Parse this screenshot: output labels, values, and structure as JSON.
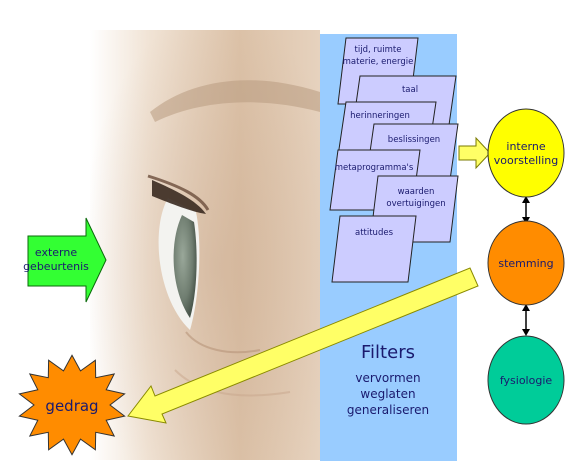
{
  "filters": {
    "title": "Filters",
    "items": [
      {
        "lines": [
          "tijd, ruimte",
          "materie, energie"
        ]
      },
      {
        "lines": [
          "taal"
        ]
      },
      {
        "lines": [
          "herinneringen"
        ]
      },
      {
        "lines": [
          "beslissingen"
        ]
      },
      {
        "lines": [
          "metaprogramma's"
        ]
      },
      {
        "lines": [
          "waarden",
          "overtuigingen"
        ]
      },
      {
        "lines": [
          "attitudes"
        ]
      }
    ],
    "operations": [
      "vervormen",
      "weglaten",
      "generaliseren"
    ]
  },
  "external": {
    "lines": [
      "externe",
      "gebeurtenis"
    ]
  },
  "states": {
    "intern": {
      "lines": [
        "interne",
        "voorstelling"
      ]
    },
    "stemming": {
      "lines": [
        "stemming"
      ]
    },
    "fysiologie": {
      "lines": [
        "fysiologie"
      ]
    }
  },
  "gedrag": "gedrag",
  "colors": {
    "filter_panel": "#99ccff",
    "filter_card": "#ccccff",
    "intern": "#ffff00",
    "stemming": "#ff8c00",
    "fysiologie": "#00cc99",
    "external_arrow": "#33ff33",
    "behavior_arrow": "#ffff66",
    "gedrag": "#ff8c00"
  }
}
